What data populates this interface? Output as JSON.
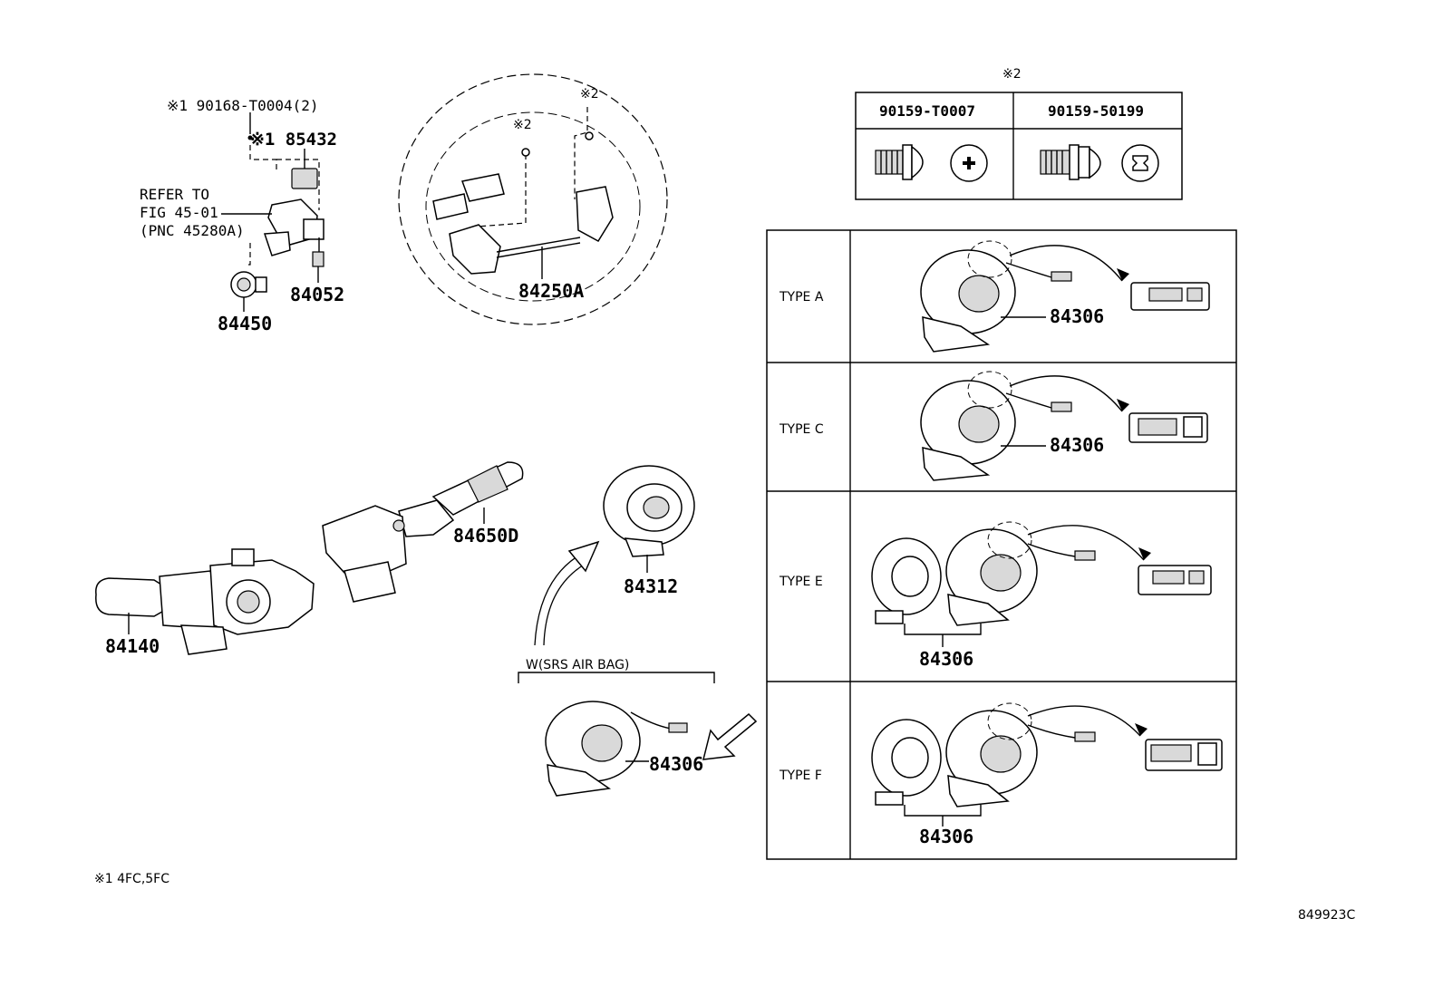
{
  "notes": {
    "n1_callout": "※1 90168-T0004(2)",
    "n1_part": "※1 85432",
    "refer_line1": "REFER TO",
    "refer_line2": "FIG 45-01",
    "refer_line3": "(PNC 45280A)",
    "mark2_a": "※2",
    "mark2_b": "※2",
    "mark2_table": "※2",
    "footnote": "※1   4FC,5FC",
    "drawing_id": "849923C",
    "srs_bracket": "W(SRS AIR BAG)"
  },
  "parts": {
    "p84450": "84450",
    "p84052": "84052",
    "p84250A": "84250A",
    "p84650D": "84650D",
    "p84140": "84140",
    "p84312": "84312",
    "p84306_srs": "84306"
  },
  "screw_table": {
    "col1": "90159-T0007",
    "col2": "90159-50199"
  },
  "types": [
    {
      "label": "TYPE A",
      "part": "84306"
    },
    {
      "label": "TYPE C",
      "part": "84306"
    },
    {
      "label": "TYPE E",
      "part": "84306"
    },
    {
      "label": "TYPE F",
      "part": "84306"
    }
  ]
}
